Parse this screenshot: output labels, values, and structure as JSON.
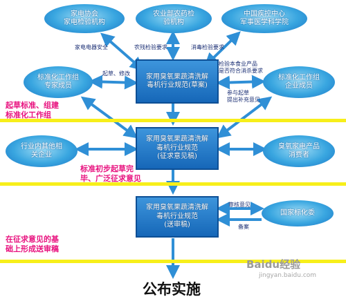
{
  "nodes": {
    "appliance_assoc": "家电协会\n家电检验机构",
    "agri_ministry": "农业部农药检\n验机构",
    "cdc": "中国疾控中心\n军事医学科学院",
    "std_experts": "标准化工作组\n专家成员",
    "std_members": "标准化工作组\n企业成员",
    "draft": "家用臭氧果蔬清洗解\n毒机行业规范(草案)",
    "consultation": "家用臭氧果蔬清洗解\n毒机行业规范\n(征求意见稿)",
    "submission": "家用臭氧果蔬清洗解\n毒机行业规范\n(送审稿)",
    "industry_others": "行业内其他相\n关企业",
    "consumers": "臭氧家电产品\n消费者",
    "national_std": "国家标化委"
  },
  "edge_labels": {
    "appliance_safety": "家电电器安全",
    "pesticide_req": "农残检验要求",
    "sterilize_req": "消毒检验要求",
    "draft_revise": "起草、修改",
    "check_sanitation": "检验本食业产品\n是否符合消杀要求",
    "join_draft": "参与起草\n提出补充意见",
    "review_opinion": "审核意见",
    "filing": "备案"
  },
  "stages": {
    "stage1": "起草标准、组建\n标准化工作组",
    "stage2": "标准初步起草完\n毕、广泛征求意见",
    "stage3": "在征求意见的基\n础上形成送审稿"
  },
  "final_step": "公布实施",
  "watermark": {
    "brand": "Baidu经验",
    "url": "jingyan.baidu.com"
  },
  "colors": {
    "node_fill": "#2a86d4",
    "arrow": "#2f8fd6",
    "band": "#f7ef1a",
    "stage_text": "#e8127f"
  }
}
